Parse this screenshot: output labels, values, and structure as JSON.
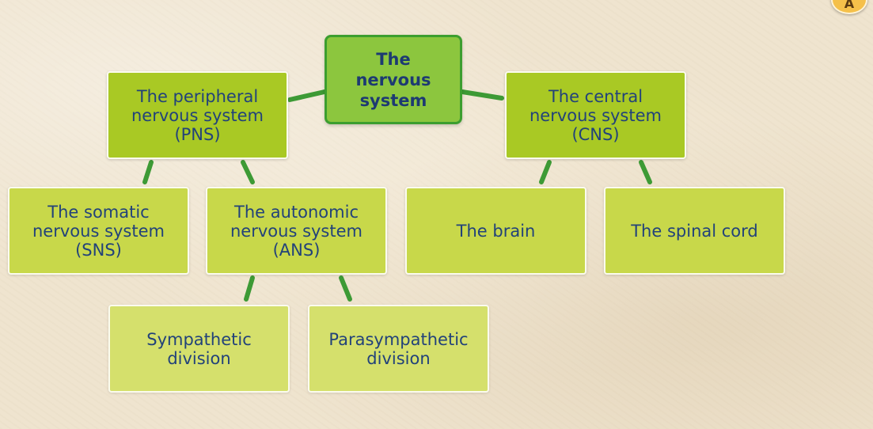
{
  "diagram": {
    "root": {
      "label": "The\nnervous\nsystem"
    },
    "pns": {
      "label": "The peripheral\nnervous system\n(PNS)"
    },
    "cns": {
      "label": "The central\nnervous system\n(CNS)"
    },
    "sns": {
      "label": "The somatic\nnervous system\n(SNS)"
    },
    "ans": {
      "label": "The autonomic\nnervous system\n(ANS)"
    },
    "brain": {
      "label": "The brain"
    },
    "spinal": {
      "label": "The spinal cord"
    },
    "sympathetic": {
      "label": "Sympathetic\ndivision"
    },
    "parasympathetic": {
      "label": "Parasympathetic\ndivision"
    }
  },
  "badge": {
    "label": "A"
  },
  "colors": {
    "connector": "#3d9a35",
    "text": "#22427a",
    "root_fill": "#8cc63e",
    "level1_fill": "#a9c924",
    "level2_fill": "#c8d84a",
    "level3_fill": "#d5e06c"
  }
}
